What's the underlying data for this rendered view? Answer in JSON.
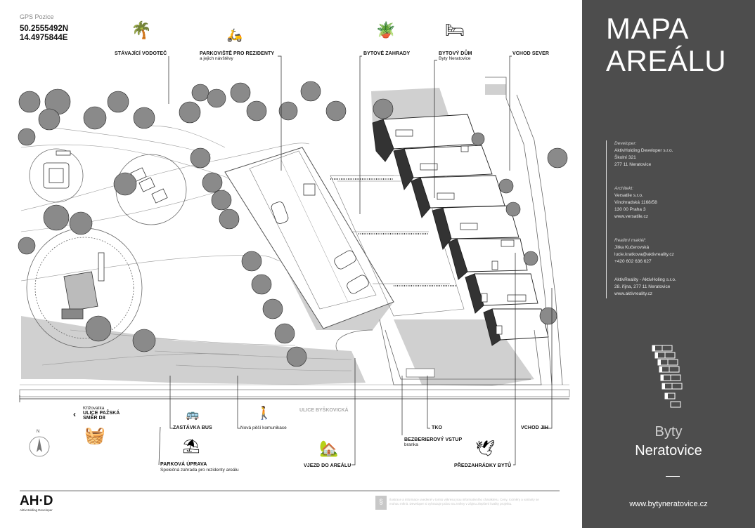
{
  "gps": {
    "title": "GPS Pozice",
    "lat": "50.2555492N",
    "lon": "14.4975844E"
  },
  "labels": {
    "vodotec": "STÁVAJÍCÍ VODOTEČ",
    "parkoviste": "PARKOVIŠTĚ PRO REZIDENTY",
    "parkoviste_sub": "a jejich návštěvy",
    "zahrady": "BYTOVÉ ZAHRADY",
    "dum": "BYTOVÝ DŮM",
    "dum_sub": "Byty Neratovice",
    "sever": "VCHOD SEVER",
    "krizovatka1": "Křižovatka",
    "krizovatka2": "ULICE PAŽSKÁ",
    "krizovatka3": "SMĚR D8",
    "ulice": "ULICE BYŠKOVICKÁ",
    "bus": "ZASTÁVKA BUS",
    "pesi": "Nová pěší komunikace",
    "tko": "TKO",
    "vchod_jih": "VCHOD JIH",
    "bezbar": "BEZBERIEROVÝ VSTUP",
    "bezbar_sub": "branka",
    "parkova": "PARKOVÁ ÚPRAVA",
    "parkova_sub": "Společná zahrada pro rezidenty areálu",
    "vjezd": "VJEZD DO AREÁLU",
    "predzahradky": "PŘEDZAHRÁDKY BYTŮ",
    "north": "N"
  },
  "footer": {
    "logo": "AH·D",
    "logo_sub": "AktivHolding Developer",
    "para_icon": "§",
    "disclaimer1": "Ilustrace a informace uvedené v tomto výkresu jsou informativního charakteru. Ceny, rozměry a varianty se",
    "disclaimer2": "mohou měnit. Developer si vyhrazuje právo na změny v zájmu zlepšení kvality projektu."
  },
  "panel": {
    "title1": "MAPA",
    "title2": "AREÁLU",
    "dev_h": "Developer:",
    "dev1": "AktivHolding Developer s.r.o.",
    "dev2": "Školní 321",
    "dev3": "277 11 Neratovice",
    "arch_h": "Architekt:",
    "arch1": "Versatile s.r.o.",
    "arch2": "Vinohradská 1168/58",
    "arch3": "130 00 Praha 3",
    "arch4": "www.versatile.cz",
    "mak_h": "Realitní makléř:",
    "mak1": "Jitka Kučerovská",
    "mak2": "lucie.kratkova@aktivreality.cz",
    "mak3": "+420 602 636 627",
    "ak1": "AktivReality - AktivHoling s.r.o.",
    "ak2": "28. října, 277 11 Neratovice",
    "ak3": "www.aktivreality.cz",
    "byty": "Byty",
    "neratovice": "Neratovice",
    "url": "www.bytyneratovice.cz"
  },
  "colors": {
    "panel_bg": "#4d4d4d",
    "shadow": "#cfcfcf",
    "text": "#111111"
  }
}
